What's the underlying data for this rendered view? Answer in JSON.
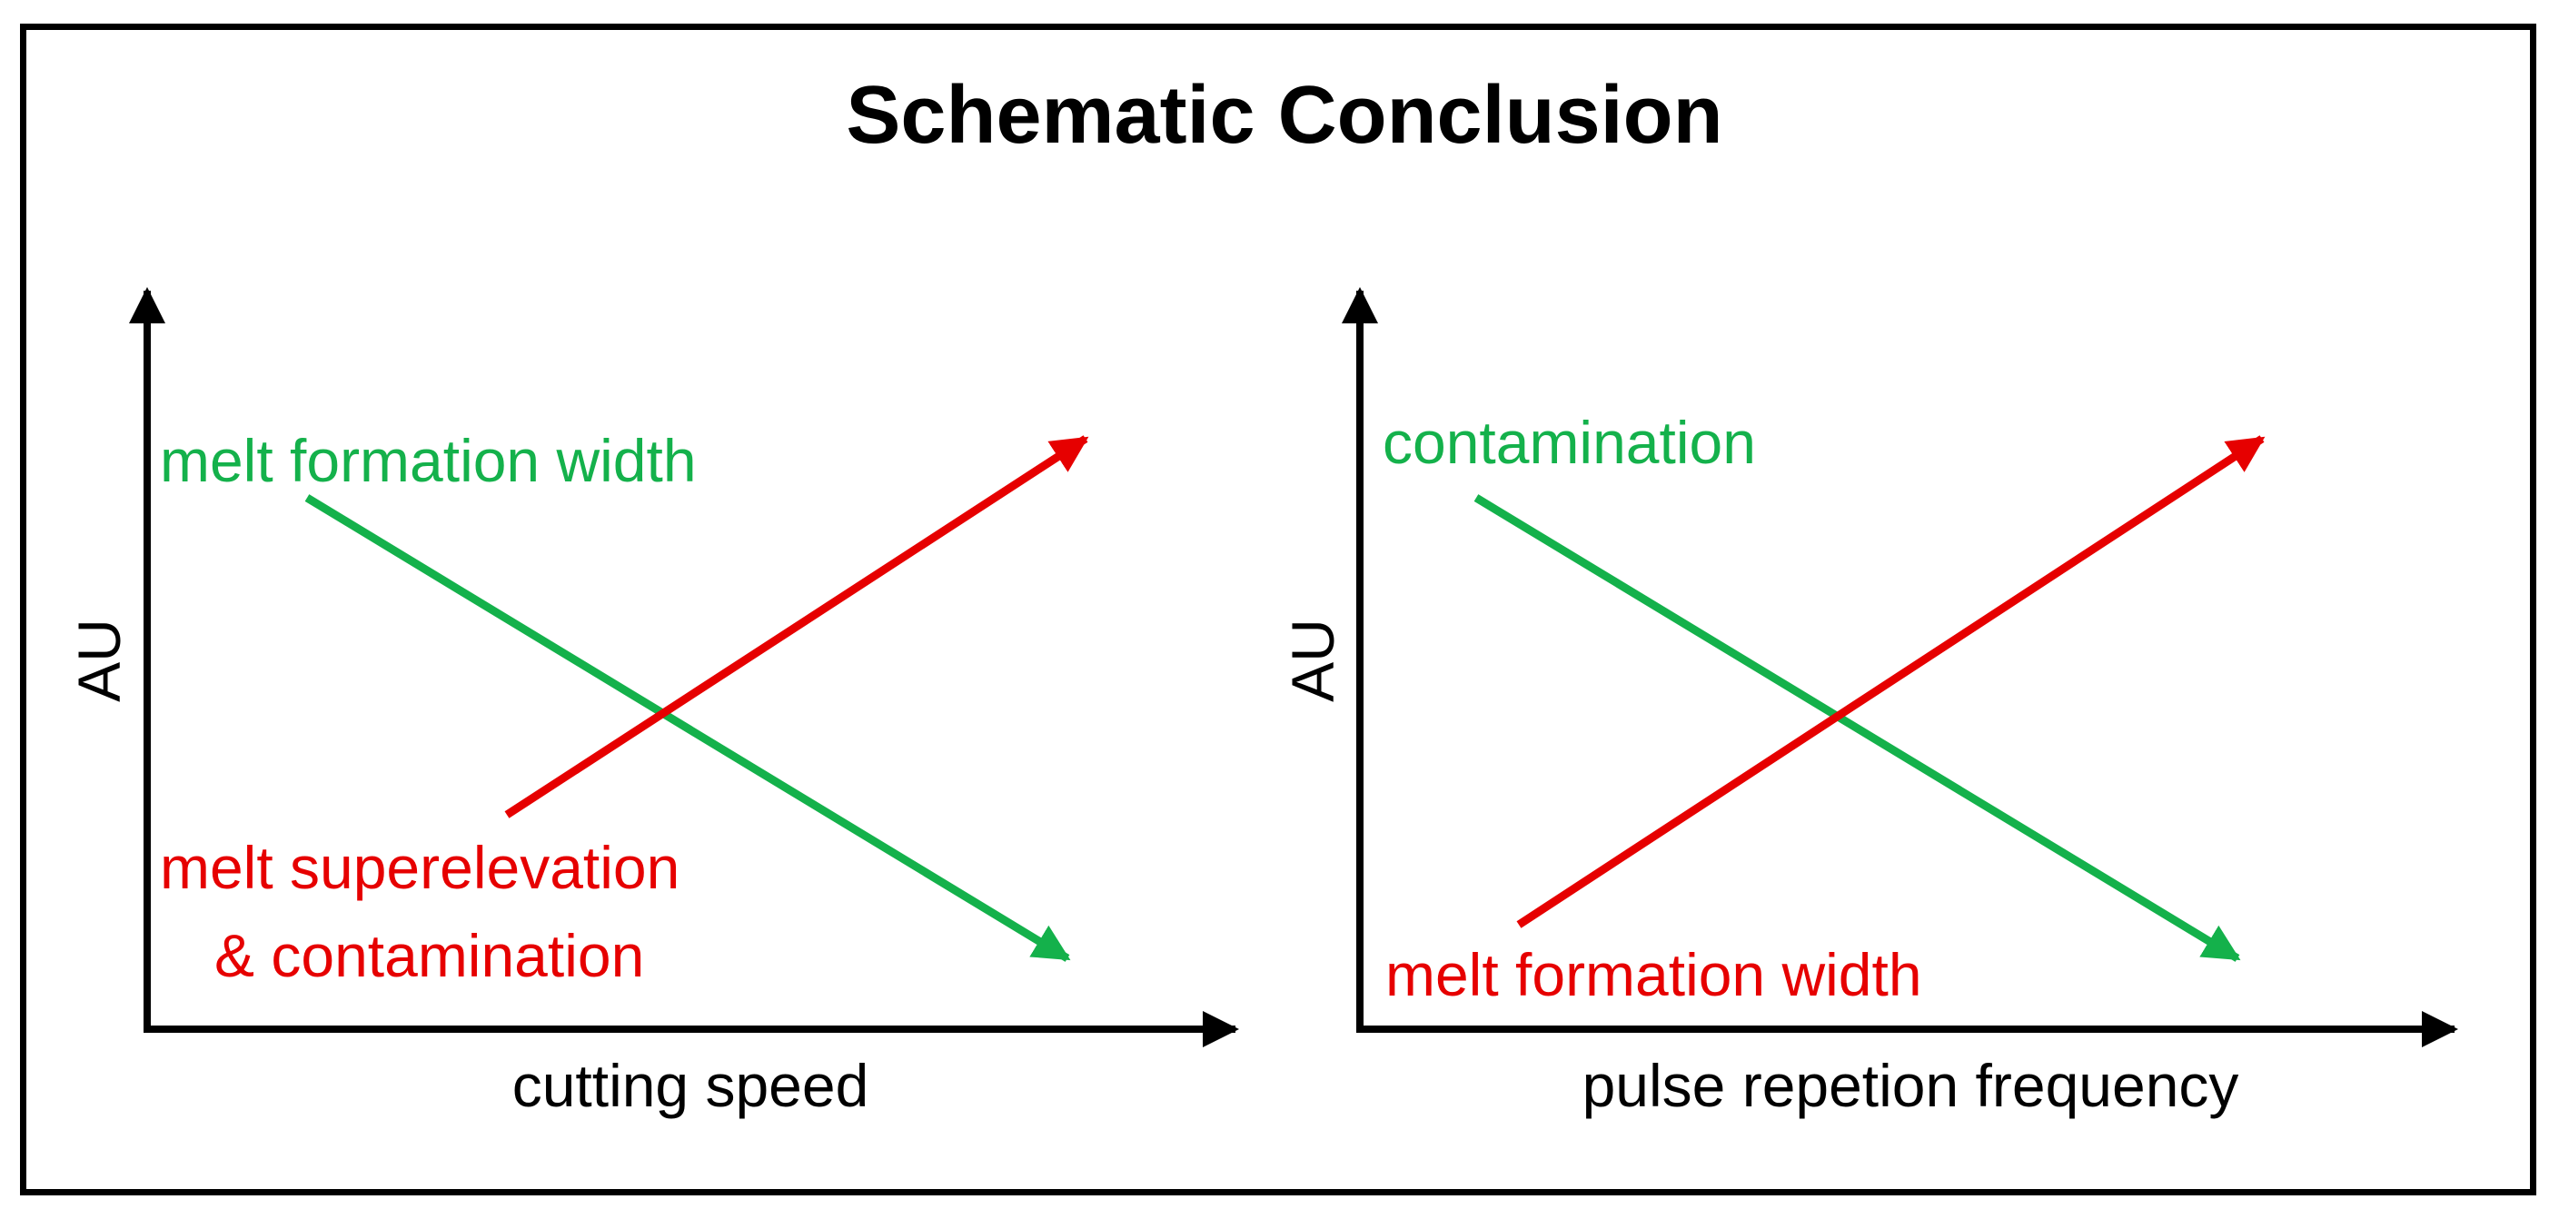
{
  "title": "Schematic Conclusion",
  "colors": {
    "green": "#14b14b",
    "red": "#e60000",
    "axis": "#000000"
  },
  "panels": [
    {
      "x_axis_label": "cutting speed",
      "y_axis_label": "AU",
      "decreasing_label": [
        "melt formation width"
      ],
      "increasing_label": [
        "melt superelevation",
        "& contamination"
      ]
    },
    {
      "x_axis_label": "pulse repetion frequency",
      "y_axis_label": "AU",
      "decreasing_label": [
        "contamination"
      ],
      "increasing_label": [
        "melt formation width"
      ]
    }
  ]
}
